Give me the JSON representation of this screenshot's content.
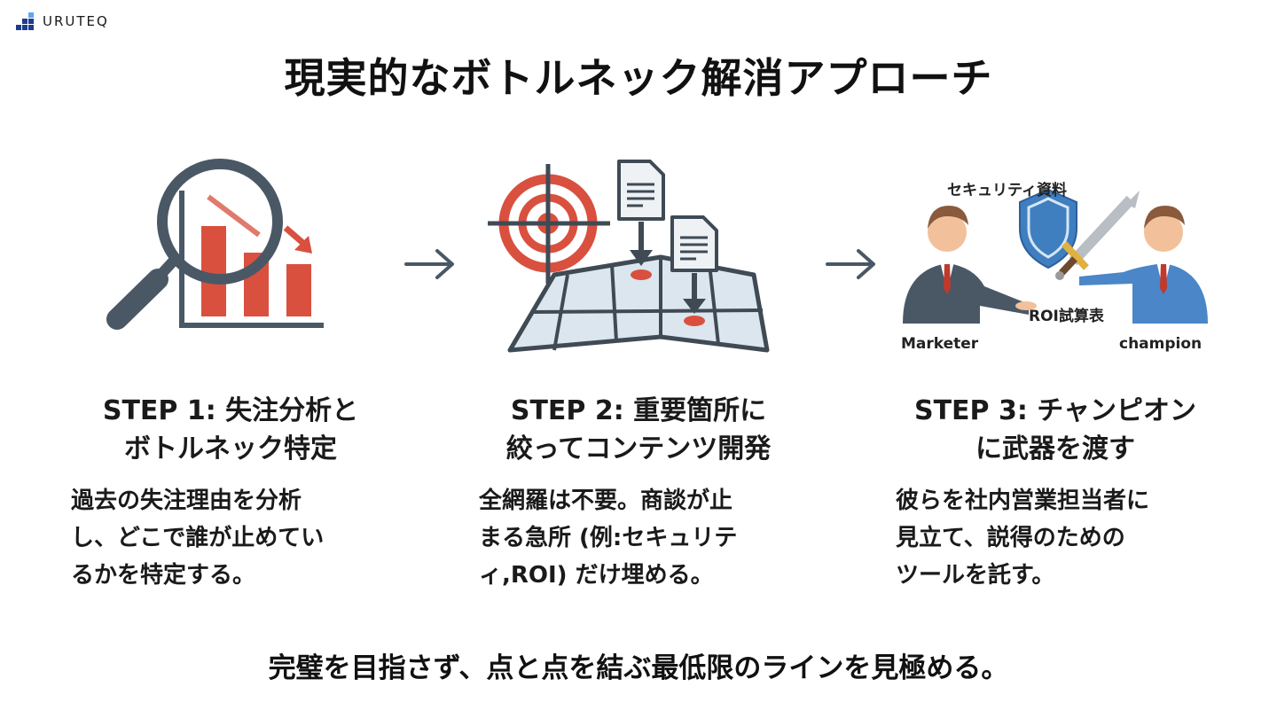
{
  "brand": {
    "name": "URUTEQ",
    "icon": "bar-blocks-logo-icon"
  },
  "title": "現実的なボトルネック解消アプローチ",
  "steps": [
    {
      "title_line1": "STEP 1: 失注分析と",
      "title_line2": "ボトルネック特定",
      "body": [
        "過去の失注理由を分析",
        "し、どこで誰が止めてい",
        "るかを特定する。"
      ],
      "icon": "magnifier-declining-chart-icon"
    },
    {
      "title_line1": "STEP 2: 重要箇所に",
      "title_line2": "絞ってコンテンツ開発",
      "body": [
        "全網羅は不要。商談が止",
        "まる急所 (例:セキュリテ",
        "ィ,ROI) だけ埋める。"
      ],
      "icon": "target-map-documents-icon"
    },
    {
      "title_line1": "STEP 3: チャンピオン",
      "title_line2": "に武器を渡す",
      "body": [
        "彼らを社内営業担当者に",
        "見立て、説得のための",
        "ツールを託す。"
      ],
      "icon": "marketer-champion-handoff-icon",
      "labels": {
        "security": "セキュリティ資料",
        "roi": "ROI試算表",
        "marketer": "Marketer",
        "champion": "champion"
      }
    }
  ],
  "arrows": [
    "arrow-right-icon",
    "arrow-right-icon"
  ],
  "footer": "完璧を目指さず、点と点を結ぶ最低限のラインを見極める。",
  "colors": {
    "accent_red": "#d9503f",
    "slate": "#4a5866",
    "blue": "#3f7fc0",
    "navy": "#1f3c88"
  }
}
